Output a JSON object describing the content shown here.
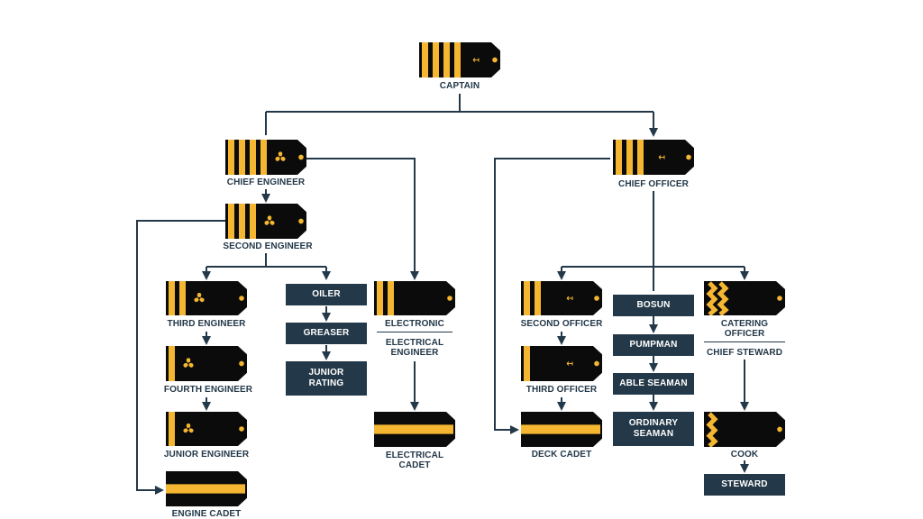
{
  "colors": {
    "navy": "#233848",
    "gold": "#f5b731",
    "black": "#0b0b0b"
  },
  "ranks": {
    "captain": "CAPTAIN",
    "chief_engineer": "CHIEF ENGINEER",
    "second_engineer": "SECOND ENGINEER",
    "third_engineer": "THIRD ENGINEER",
    "fourth_engineer": "FOURTH ENGINEER",
    "junior_engineer": "JUNIOR ENGINEER",
    "engine_cadet": "ENGINE CADET",
    "oiler": "OILER",
    "greaser": "GREASER",
    "junior_rating": "JUNIOR RATING",
    "electronic": "ELECTRONIC",
    "electrical_engineer": "ELECTRICAL ENGINEER",
    "electrical_cadet": "ELECTRICAL CADET",
    "chief_officer": "CHIEF OFFICER",
    "second_officer": "SECOND OFFICER",
    "third_officer": "THIRD OFFICER",
    "deck_cadet": "DECK CADET",
    "bosun": "BOSUN",
    "pumpman": "PUMPMAN",
    "able_seaman": "ABLE SEAMAN",
    "ordinary_seaman": "ORDINARY SEAMAN",
    "catering_officer": "CATERING OFFICER",
    "chief_steward": "CHIEF STEWARD",
    "cook": "COOK",
    "steward": "STEWARD"
  },
  "epaulettes": {
    "captain": {
      "stripes": 4,
      "emblem": "anchor-icon"
    },
    "chief_engineer": {
      "stripes": 4,
      "emblem": "propeller-icon"
    },
    "second_engineer": {
      "stripes": 3,
      "emblem": "propeller-icon"
    },
    "third_engineer": {
      "stripes": 2,
      "emblem": "propeller-icon"
    },
    "fourth_engineer": {
      "stripes": 1,
      "emblem": "propeller-icon"
    },
    "junior_engineer": {
      "stripes": 1,
      "emblem": "propeller-icon"
    },
    "engine_cadet": {
      "stripes": 0,
      "band": true
    },
    "electronic": {
      "stripes": 2,
      "emblem": ""
    },
    "electrical_cadet": {
      "stripes": 0,
      "band": true
    },
    "chief_officer": {
      "stripes": 3,
      "emblem": "anchor-icon"
    },
    "second_officer": {
      "stripes": 2,
      "emblem": "anchor-icon"
    },
    "third_officer": {
      "stripes": 1,
      "emblem": "anchor-icon"
    },
    "deck_cadet": {
      "stripes": 0,
      "band": true
    },
    "catering_officer": {
      "stripes": 0,
      "zigzag": 2
    },
    "cook": {
      "stripes": 0,
      "zigzag": 1
    }
  }
}
